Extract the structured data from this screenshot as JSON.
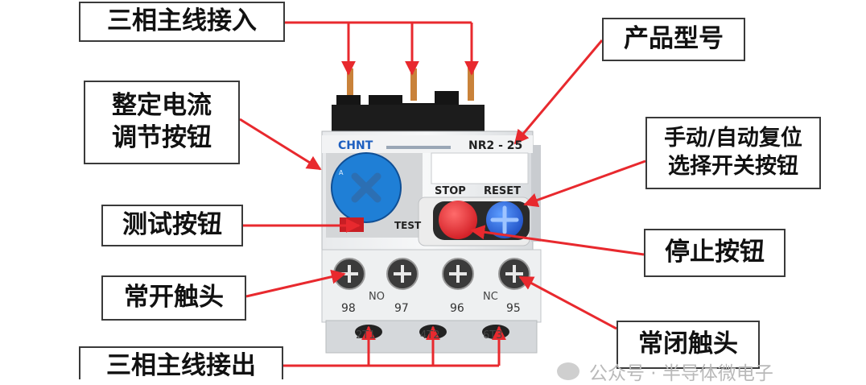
{
  "labels": {
    "three_phase_in": "三相主线接入",
    "model": "产品型号",
    "setting_knob_line1": "整定电流",
    "setting_knob_line2": "调节按钮",
    "manual_auto_line1": "手动/自动复位",
    "manual_auto_line2": "选择开关按钮",
    "test_button": "测试按钮",
    "stop_button": "停止按钮",
    "no_contact": "常开触头",
    "nc_contact": "常闭触头",
    "three_phase_out": "三相主线接出"
  },
  "device": {
    "brand": "CHNT",
    "model_code": "NR2 - 25",
    "stop_label": "STOP",
    "reset_label": "RESET",
    "test_label": "TEST",
    "terminal_numbers": [
      "98",
      "97",
      "96",
      "95"
    ],
    "no_label": "NO",
    "nc_label": "NC",
    "bottom_terminals": [
      "2T1",
      "4T2",
      "6T3"
    ]
  },
  "watermark": "公众号 · 半导体微电子",
  "colors": {
    "arrow": "#e8292e",
    "knob": "#1f7fd6",
    "stop_button": "#e8262e",
    "reset_button": "#2b6be0",
    "label_border": "#3a3a3a"
  }
}
